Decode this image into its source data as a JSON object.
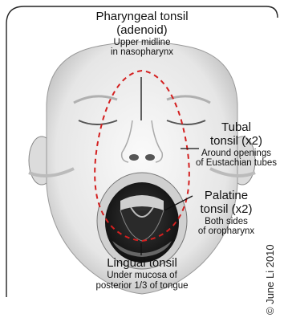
{
  "diagram": {
    "labels": [
      {
        "id": "pharyngeal",
        "title_lines": [
          "Pharyngeal tonsil",
          "(adenoid)"
        ],
        "detail_lines": [
          "Upper midline",
          "in nasopharynx"
        ]
      },
      {
        "id": "tubal",
        "title_lines": [
          "Tubal",
          "tonsil (x2)"
        ],
        "detail_lines": [
          "Around openings",
          "of Eustachian tubes"
        ]
      },
      {
        "id": "palatine",
        "title_lines": [
          "Palatine",
          "tonsil (x2)"
        ],
        "detail_lines": [
          "Both sides",
          "of oropharynx"
        ]
      },
      {
        "id": "lingual",
        "title_lines": [
          "Lingual tonsil"
        ],
        "detail_lines": [
          "Under mucosa of",
          "posterior 1/3 of tongue"
        ]
      }
    ],
    "credit": "© June Li 2010",
    "colors": {
      "dashed_outline": "#d42020",
      "line": "#111111",
      "skin": "#eeeeee",
      "mouth": "#1a1a1a"
    }
  }
}
